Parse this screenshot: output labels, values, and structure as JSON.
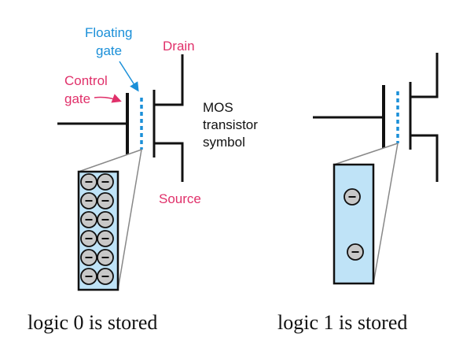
{
  "left_panel": {
    "floating_gate_label": [
      "Floating",
      "gate"
    ],
    "control_gate_label": [
      "Control",
      "gate"
    ],
    "drain_label": "Drain",
    "source_label": "Source",
    "mos_label": [
      "MOS",
      "transistor",
      "symbol"
    ],
    "caption": "logic 0 is stored",
    "electron_count": 12
  },
  "right_panel": {
    "caption": "logic 1 is stored",
    "electron_count": 2
  },
  "colors": {
    "floating_gate_label": "#1a8fd8",
    "floating_gate_dash": "#1a8fd8",
    "control_gate_label": "#e0306a",
    "drain_source_label": "#e0306a",
    "gate_box_fill": "#bfe3f7",
    "electron_fill": "#c8c8c8",
    "line": "#111111",
    "zoom_line": "#888888"
  }
}
